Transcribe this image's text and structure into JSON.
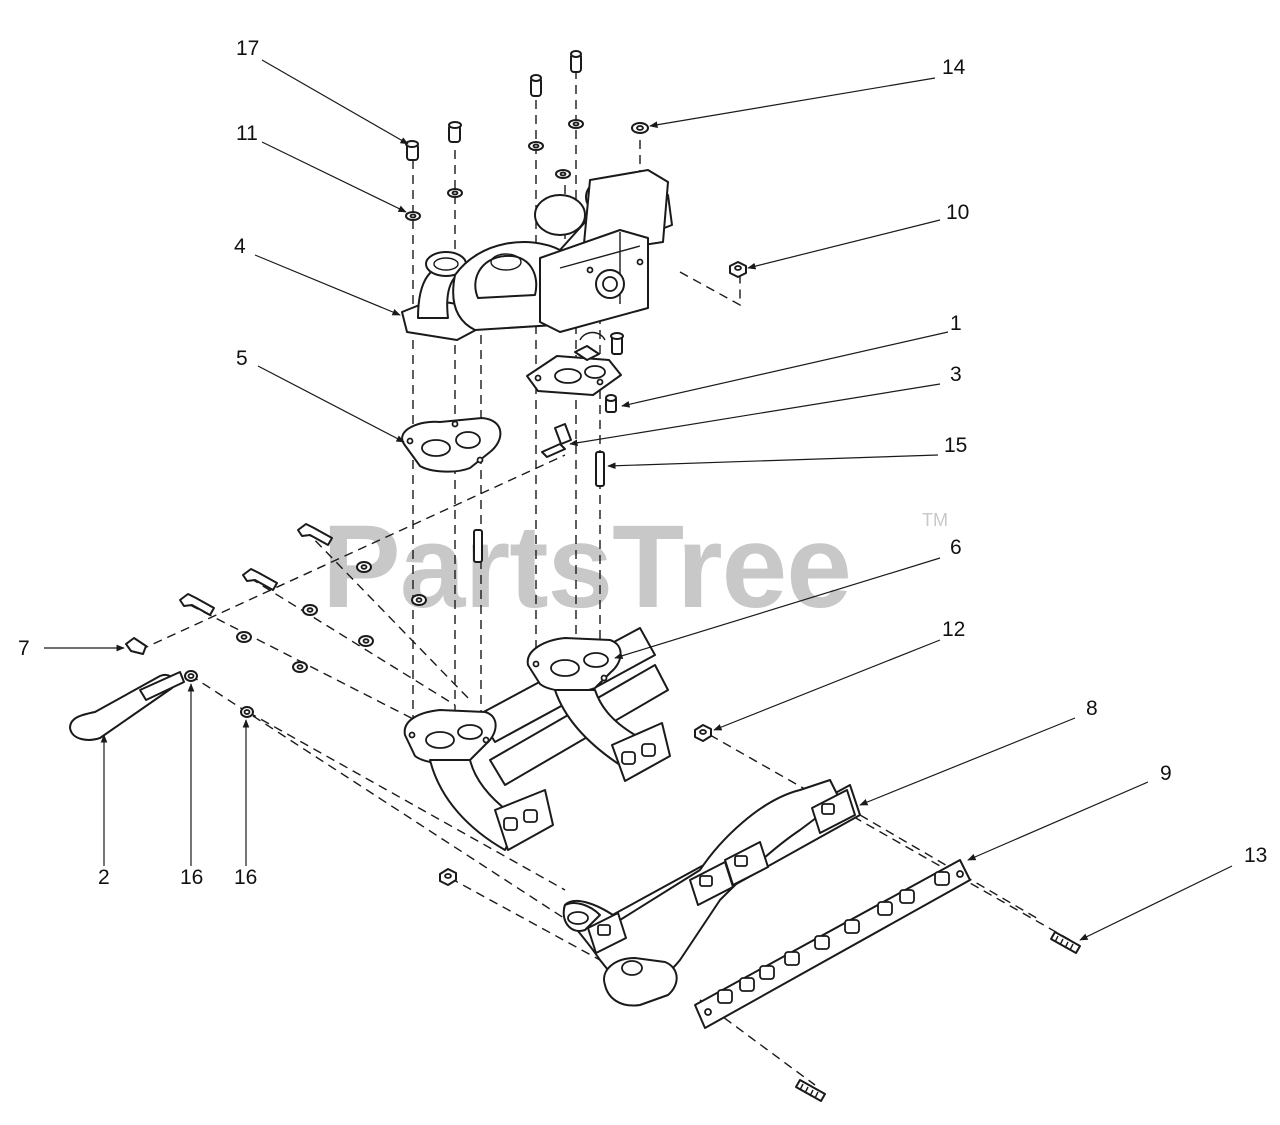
{
  "watermark": {
    "brand": "PartsTree",
    "mark": "TM"
  },
  "callouts": [
    {
      "id": "c17",
      "label": "17"
    },
    {
      "id": "c11",
      "label": "11"
    },
    {
      "id": "c4",
      "label": "4"
    },
    {
      "id": "c5",
      "label": "5"
    },
    {
      "id": "c14",
      "label": "14"
    },
    {
      "id": "c10",
      "label": "10"
    },
    {
      "id": "c1",
      "label": "1"
    },
    {
      "id": "c3",
      "label": "3"
    },
    {
      "id": "c15",
      "label": "15"
    },
    {
      "id": "c6",
      "label": "6"
    },
    {
      "id": "c12",
      "label": "12"
    },
    {
      "id": "c8",
      "label": "8"
    },
    {
      "id": "c9",
      "label": "9"
    },
    {
      "id": "c13",
      "label": "13"
    },
    {
      "id": "c7",
      "label": "7"
    },
    {
      "id": "c2",
      "label": "2"
    },
    {
      "id": "c16a",
      "label": "16"
    },
    {
      "id": "c16b",
      "label": "16"
    }
  ]
}
